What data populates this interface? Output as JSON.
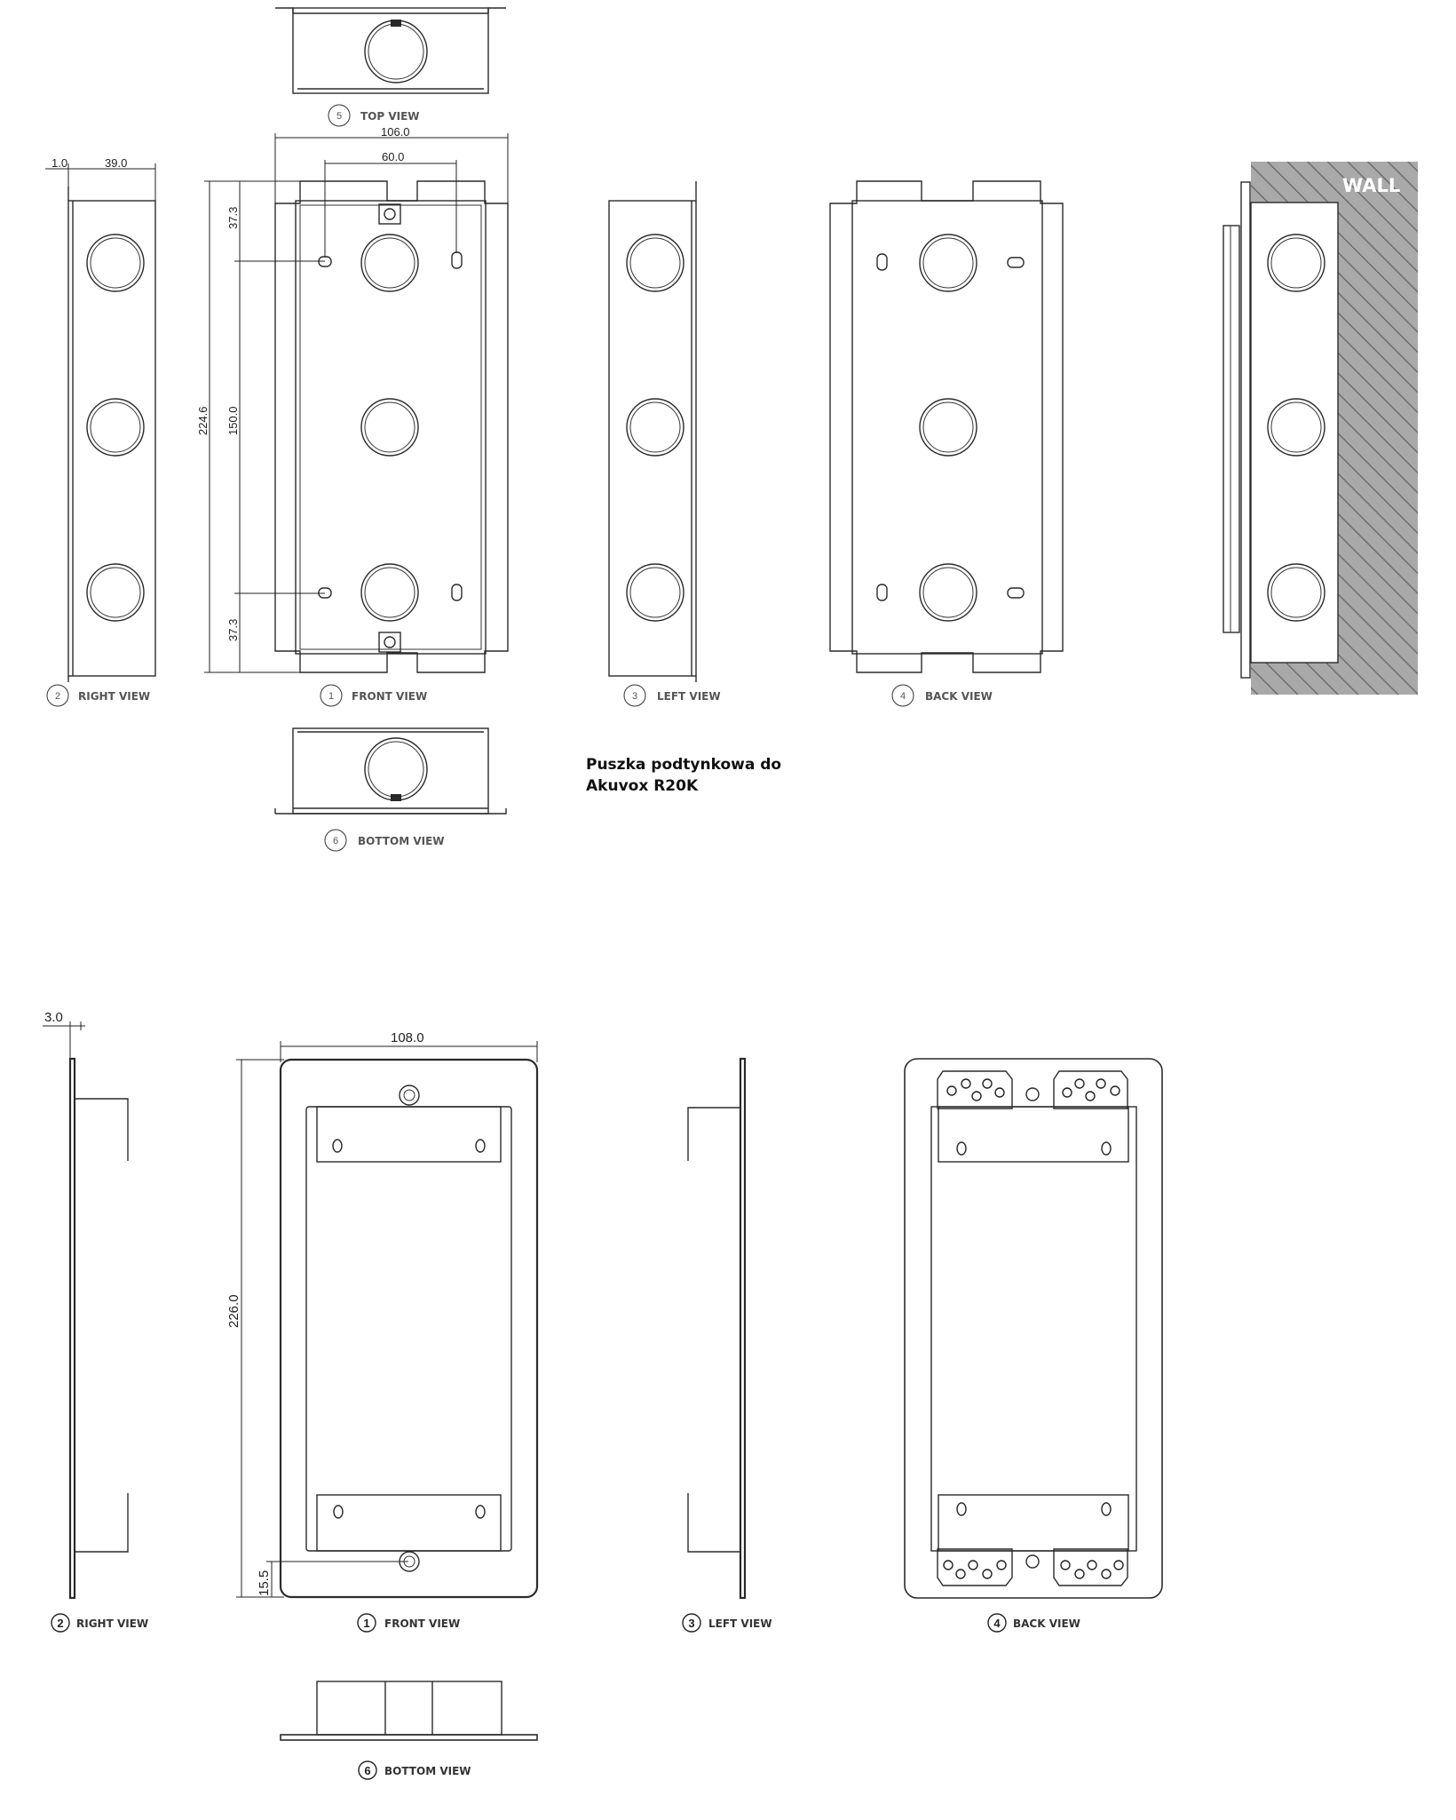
{
  "section1": {
    "views": {
      "top": {
        "num": "5",
        "label": "TOP VIEW"
      },
      "right": {
        "num": "2",
        "label": "RIGHT VIEW"
      },
      "front": {
        "num": "1",
        "label": "FRONT VIEW"
      },
      "left": {
        "num": "3",
        "label": "LEFT VIEW"
      },
      "back": {
        "num": "4",
        "label": "BACK VIEW"
      },
      "bottom": {
        "num": "6",
        "label": "BOTTOM VIEW"
      }
    },
    "dims": {
      "width_total": "106.0",
      "width_holes": "60.0",
      "side_thickness": "1.0",
      "side_depth": "39.0",
      "height_total": "224.6",
      "height_holes": "150.0",
      "top_offset": "37.3",
      "bottom_offset": "37.3"
    },
    "wall_label": "WALL",
    "description_line1": "Puszka podtynkowa do",
    "description_line2": "Akuvox R20K"
  },
  "section2": {
    "views": {
      "right": {
        "num": "2",
        "label": "RIGHT VIEW"
      },
      "front": {
        "num": "1",
        "label": "FRONT VIEW"
      },
      "left": {
        "num": "3",
        "label": "LEFT VIEW"
      },
      "back": {
        "num": "4",
        "label": "BACK VIEW"
      },
      "bottom": {
        "num": "6",
        "label": "BOTTOM VIEW"
      }
    },
    "dims": {
      "thickness": "3.0",
      "width": "108.0",
      "height": "226.0",
      "bottom_offset": "15.5"
    }
  }
}
